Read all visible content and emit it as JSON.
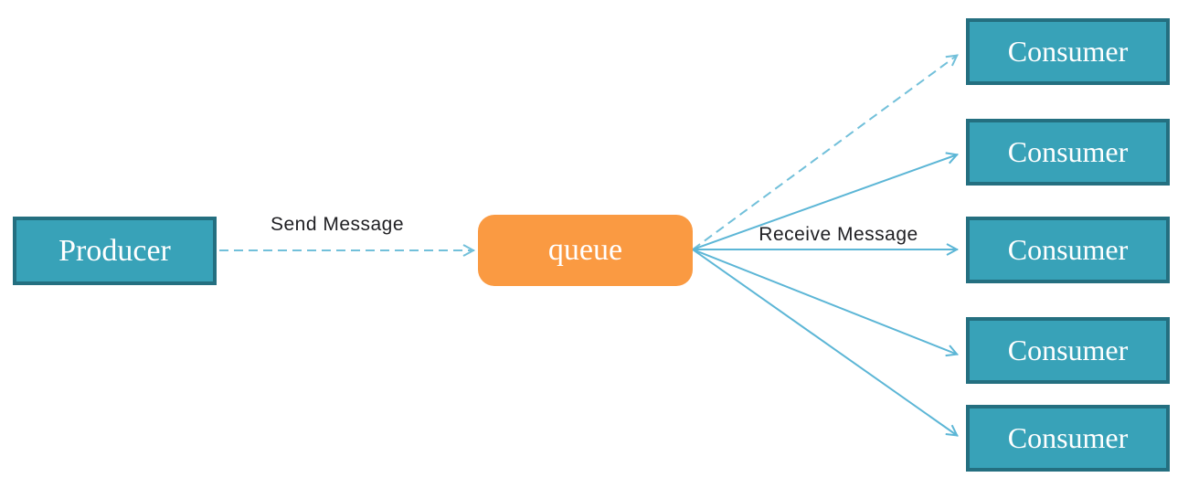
{
  "diagram": {
    "title": "message-queue-architecture",
    "colors": {
      "background": "#ffffff",
      "node_teal_fill": "#38a2b8",
      "node_teal_border": "#246f80",
      "queue_fill": "#fa9a42",
      "node_text": "#ffffff",
      "arrow_solid": "#5cb6d6",
      "arrow_dashed": "#72c0da",
      "edge_label_text": "#1f1f23"
    },
    "nodes": {
      "producer": {
        "label": "Producer",
        "shape": "rectangle"
      },
      "queue": {
        "label": "queue",
        "shape": "rounded-rectangle"
      },
      "consumers": [
        {
          "label": "Consumer"
        },
        {
          "label": "Consumer"
        },
        {
          "label": "Consumer"
        },
        {
          "label": "Consumer"
        },
        {
          "label": "Consumer"
        }
      ]
    },
    "edges": [
      {
        "from": "producer",
        "to": "queue",
        "label": "Send Message",
        "style": "dashed",
        "arrowhead": "open"
      },
      {
        "from": "queue",
        "to": "consumer-1",
        "label": "",
        "style": "dashed",
        "arrowhead": "open"
      },
      {
        "from": "queue",
        "to": "consumer-2",
        "label": "",
        "style": "solid",
        "arrowhead": "open"
      },
      {
        "from": "queue",
        "to": "consumer-3",
        "label": "Receive Message",
        "style": "solid",
        "arrowhead": "open"
      },
      {
        "from": "queue",
        "to": "consumer-4",
        "label": "",
        "style": "solid",
        "arrowhead": "open"
      },
      {
        "from": "queue",
        "to": "consumer-5",
        "label": "",
        "style": "solid",
        "arrowhead": "open"
      }
    ],
    "edge_labels": {
      "send": "Send Message",
      "receive": "Receive Message"
    }
  }
}
